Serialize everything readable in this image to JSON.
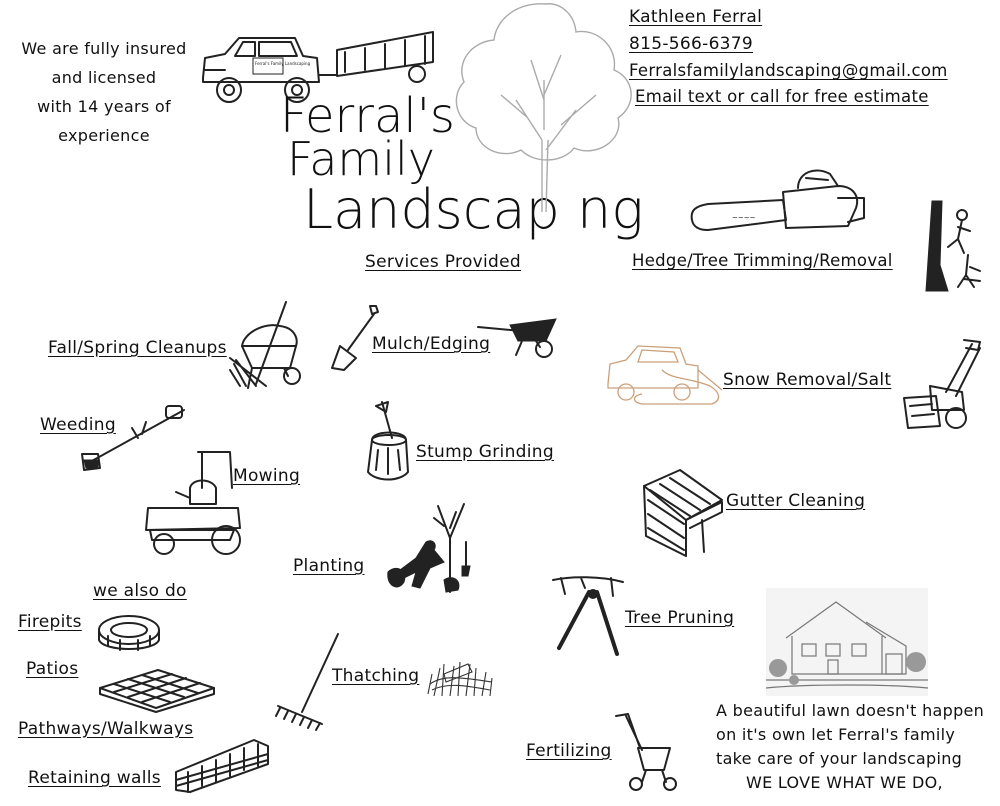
{
  "intro": {
    "line1": "We are fully insured",
    "line2": "and licensed",
    "line3": "with 14 years of",
    "line4": "experience"
  },
  "title": {
    "line1": "Ferral's",
    "line2": "Family",
    "line3": "Landscap ng"
  },
  "contact": {
    "name": "Kathleen Ferral",
    "phone": "815-566-6379",
    "email": "Ferralsfamilylandscaping@gmail.com",
    "cta": "Email text or call for free estimate"
  },
  "services_heading": "Services Provided",
  "services": {
    "hedge": "Hedge/Tree Trimming/Removal",
    "cleanups": "Fall/Spring Cleanups",
    "mulch": "Mulch/Edging",
    "snow": "Snow Removal/Salt",
    "weeding": "Weeding",
    "stump": "Stump Grinding",
    "mowing": "Mowing",
    "gutter": "Gutter Cleaning",
    "planting": "Planting",
    "pruning": "Tree Pruning",
    "thatching": "Thatching",
    "fertilizing": "Fertilizing"
  },
  "also": {
    "heading": "we  also do",
    "items": [
      "Firepits",
      "Patios",
      "Pathways/Walkways",
      "Retaining walls"
    ]
  },
  "closing": {
    "line1": "A beautiful lawn doesn't happen",
    "line2": "on it's own let Ferral's family",
    "line3": "take care of your landscaping",
    "line4": "WE LOVE WHAT WE DO,"
  },
  "truck_text": "Ferral's Family Landscaping"
}
